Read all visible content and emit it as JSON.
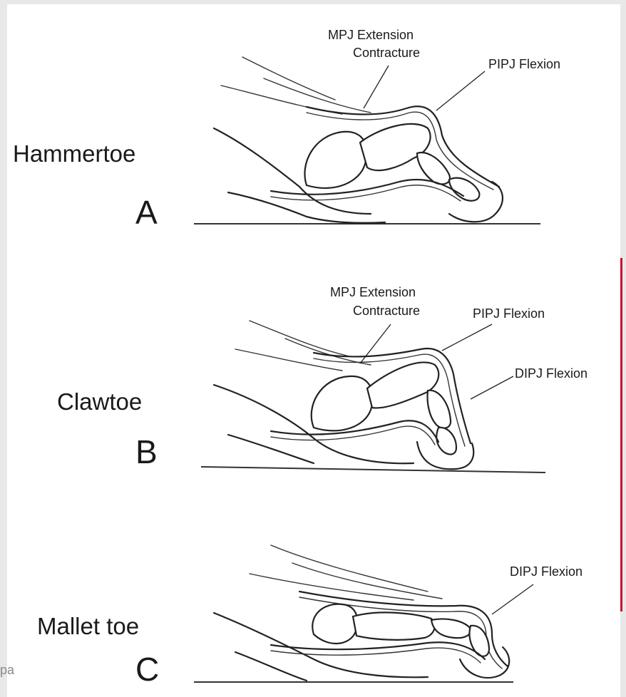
{
  "panels": [
    {
      "name": "Hammertoe",
      "letter": "A",
      "annotations": [
        "MPJ Extension",
        "Contracture",
        "PIPJ Flexion"
      ]
    },
    {
      "name": "Clawtoe",
      "letter": "B",
      "annotations": [
        "MPJ Extension",
        "Contracture",
        "PIPJ Flexion",
        "DIPJ Flexion"
      ]
    },
    {
      "name": "Mallet toe",
      "letter": "C",
      "annotations": [
        "DIPJ Flexion"
      ]
    }
  ],
  "edge_fragments": {
    "left_bottom": "pa"
  },
  "colors": {
    "background": "#ffffff",
    "outer": "#e8e8e8",
    "side_accent": "#c8102e",
    "ink": "#222222"
  }
}
